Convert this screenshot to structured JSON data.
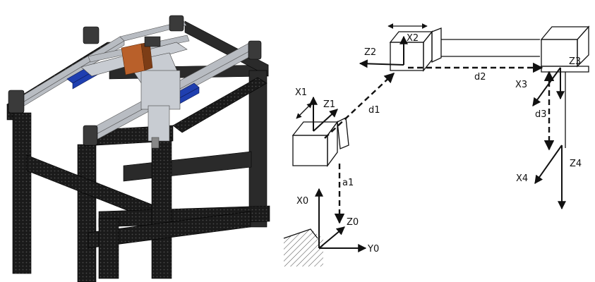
{
  "diagram": {
    "frame_labels": {
      "x0": "X0",
      "z0": "Z0",
      "y0": "Y0",
      "x1": "X1",
      "z1": "Z1",
      "x2": "X2",
      "z2": "Z2",
      "x3": "X3",
      "z3": "Z3",
      "x4": "X4",
      "z4": "Z4"
    },
    "link_labels": {
      "a1": "a1",
      "d1": "d1",
      "d2": "d2",
      "d3": "d3"
    }
  },
  "colors": {
    "frame_steel": "#1a1a1a",
    "rail_silver": "#b8bcc2",
    "carriage_blue": "#1f3fb0",
    "motor_copper": "#b9602a",
    "ink": "#111111"
  }
}
